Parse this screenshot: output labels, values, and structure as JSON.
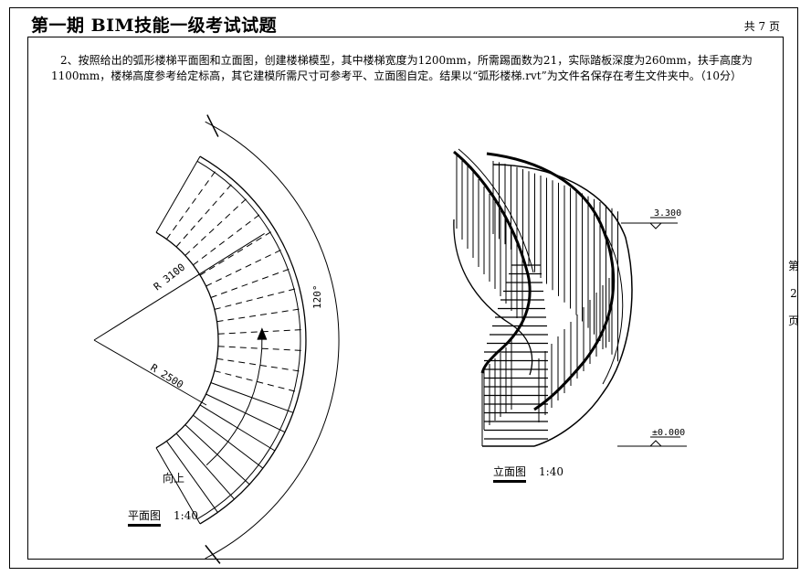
{
  "header": {
    "title": "第一期 BIM技能一级考试试题",
    "page_count": "共 7 页"
  },
  "question": {
    "text": "2、按照给出的弧形楼梯平面图和立面图，创建楼梯模型，其中楼梯宽度为1200mm，所需踢面数为21，实际踏板深度为260mm，扶手高度为1100mm，楼梯高度参考给定标高，其它建模所需尺寸可参考平、立面图自定。结果以“弧形楼梯.rvt”为文件名保存在考生文件夹中。（10分）"
  },
  "side": {
    "label_1": "第",
    "label_2": "2",
    "label_3": "页"
  },
  "plan": {
    "radius_outer": "R 3100",
    "radius_inner": "R 2500",
    "angle": "120°",
    "direction": "向上",
    "caption_name": "平面图",
    "caption_scale": "1:40"
  },
  "elevation": {
    "level_top": "3.300",
    "level_bottom": "±0.000",
    "caption_name": "立面图",
    "caption_scale": "1:40"
  }
}
